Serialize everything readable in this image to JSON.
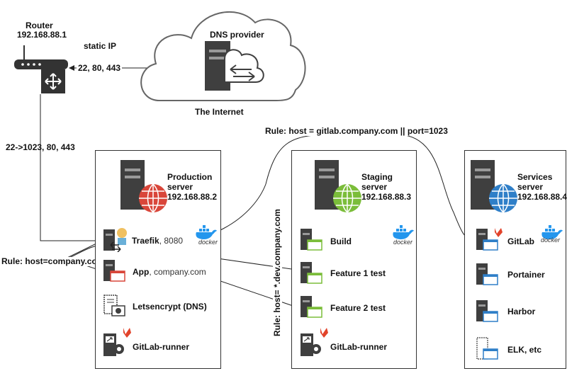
{
  "router": {
    "title": "Router",
    "ip": "192.168.88.1",
    "static_ip": "static IP",
    "ports": "22, 80, 443"
  },
  "cloud": {
    "dns_label": "DNS provider",
    "internet_label": "The Internet"
  },
  "wan_forward": "22->1023, 80, 443",
  "rules": {
    "company": "Rule: host=company.com",
    "gitlab": "Rule: host = gitlab.company.com || port=1023",
    "dev": "Rule: host= *.dev.company.com"
  },
  "docker_label": "docker",
  "production": {
    "title_1": "Production",
    "title_2": "server",
    "ip": "192.168.88.2",
    "traefik": "Traefik",
    "traefik_port": ", 8080",
    "app": "App",
    "app_domain": ", company.com",
    "letsencrypt": "Letsencrypt (DNS)",
    "runner": "GitLab-runner"
  },
  "staging": {
    "title_1": "Staging",
    "title_2": "server",
    "ip": "192.168.88.3",
    "build": "Build",
    "feature1": "Feature 1 test",
    "feature2": "Feature 2 test",
    "runner": "GitLab-runner"
  },
  "services": {
    "title_1": "Services",
    "title_2": "server",
    "ip": "192.168.88.4",
    "gitlab": "GitLab",
    "portainer": "Portainer",
    "harbor": "Harbor",
    "elk": "ELK, etc"
  },
  "colors": {
    "globe_red": "#d9463a",
    "globe_green": "#7bbd3a",
    "globe_blue": "#2f7fc8",
    "server_dark": "#3f3f3f",
    "docker_blue": "#2496ed",
    "gitlab_orange": "#e2432a"
  }
}
